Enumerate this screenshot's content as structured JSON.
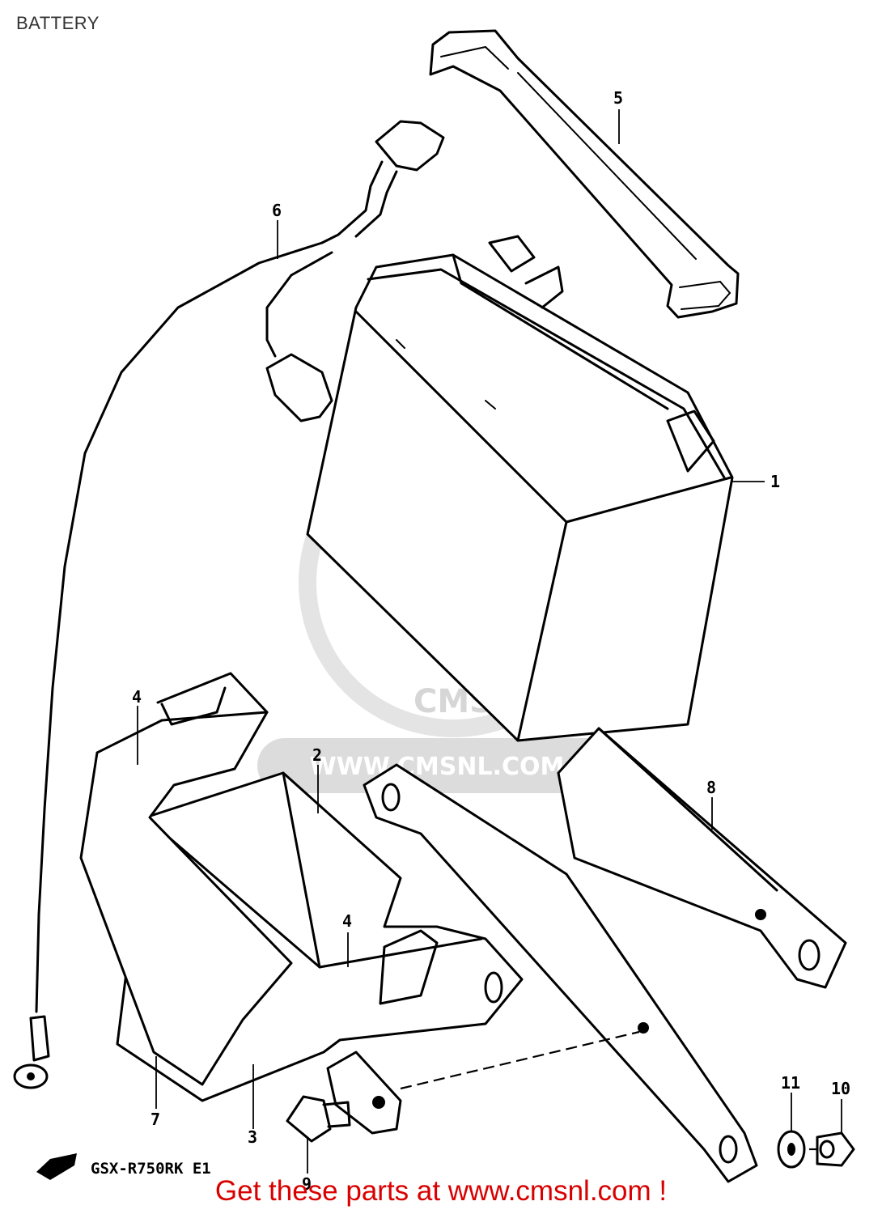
{
  "header": {
    "title": "BATTERY"
  },
  "diagram": {
    "model_label": "GSX-R750RK E1",
    "watermark": {
      "brand": "CMS",
      "url": "WWW.CMSNL.COM"
    },
    "callouts": [
      "1",
      "2",
      "3",
      "4",
      "4",
      "5",
      "6",
      "7",
      "8",
      "9",
      "10",
      "11"
    ]
  },
  "footer": {
    "link_text": "Get these parts at www.cmsnl.com !"
  }
}
